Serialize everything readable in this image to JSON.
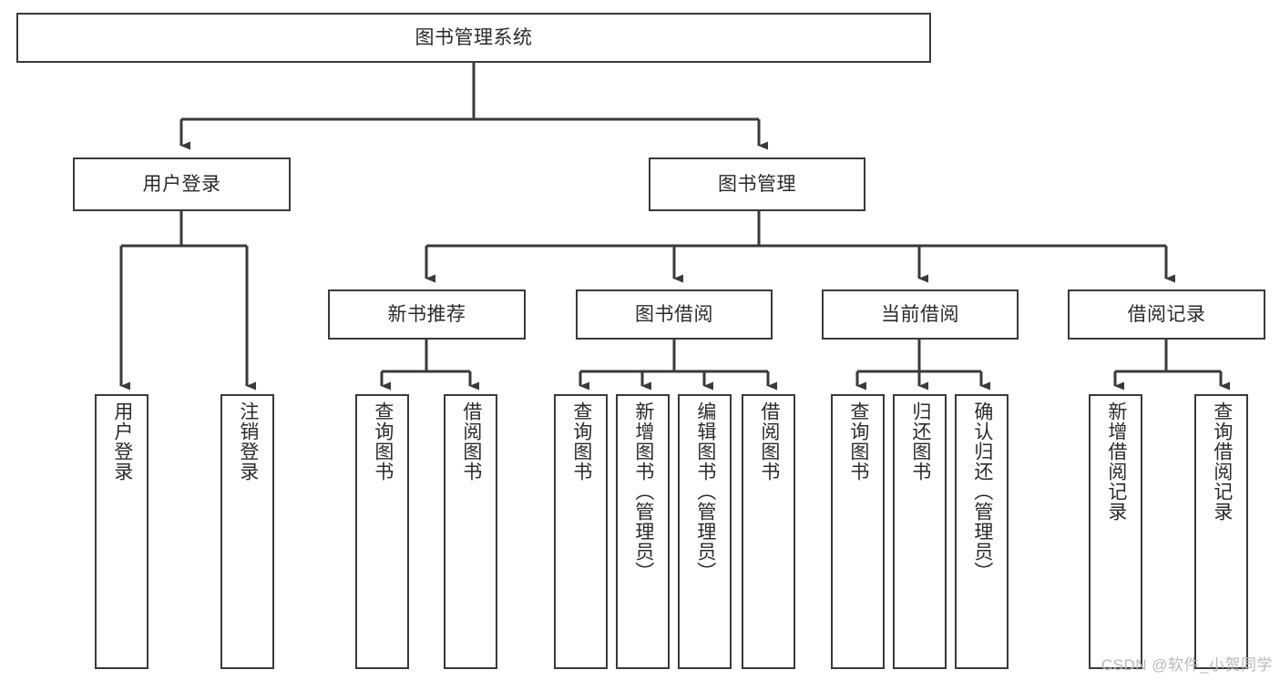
{
  "diagram": {
    "type": "tree-hierarchy",
    "title": "图书管理系统",
    "root": {
      "id": "root",
      "label": "图书管理系统"
    },
    "level2": [
      {
        "id": "user-login",
        "label": "用户登录"
      },
      {
        "id": "book-manage",
        "label": "图书管理"
      }
    ],
    "level3": [
      {
        "id": "new-book-rec",
        "label": "新书推荐",
        "parent": "book-manage"
      },
      {
        "id": "book-borrow",
        "label": "图书借阅",
        "parent": "book-manage"
      },
      {
        "id": "current-borrow",
        "label": "当前借阅",
        "parent": "book-manage"
      },
      {
        "id": "borrow-record",
        "label": "借阅记录",
        "parent": "book-manage"
      }
    ],
    "leaves": [
      {
        "id": "leaf-user-login",
        "label": "用户登录",
        "parent": "user-login"
      },
      {
        "id": "leaf-logout",
        "label": "注销登录",
        "parent": "user-login"
      },
      {
        "id": "leaf-query-book-1",
        "label": "查询图书",
        "parent": "new-book-rec"
      },
      {
        "id": "leaf-borrow-book-1",
        "label": "借阅图书",
        "parent": "new-book-rec"
      },
      {
        "id": "leaf-query-book-2",
        "label": "查询图书",
        "parent": "book-borrow"
      },
      {
        "id": "leaf-add-book",
        "label": "新增图书（管理员）",
        "parent": "book-borrow"
      },
      {
        "id": "leaf-edit-book",
        "label": "编辑图书（管理员）",
        "parent": "book-borrow"
      },
      {
        "id": "leaf-borrow-book-2",
        "label": "借阅图书",
        "parent": "book-borrow"
      },
      {
        "id": "leaf-query-book-3",
        "label": "查询图书",
        "parent": "current-borrow"
      },
      {
        "id": "leaf-return-book",
        "label": "归还图书",
        "parent": "current-borrow"
      },
      {
        "id": "leaf-confirm-return",
        "label": "确认归还（管理员）",
        "parent": "current-borrow"
      },
      {
        "id": "leaf-add-record",
        "label": "新增借阅记录",
        "parent": "borrow-record"
      },
      {
        "id": "leaf-query-record",
        "label": "查询借阅记录",
        "parent": "borrow-record"
      }
    ],
    "colors": {
      "stroke": "#3a3a3a",
      "text": "#2b2b2b",
      "background": "#ffffff",
      "watermark": "#b9b9b9"
    }
  },
  "watermark": {
    "text": "CSDN @软件_小贺同学"
  }
}
